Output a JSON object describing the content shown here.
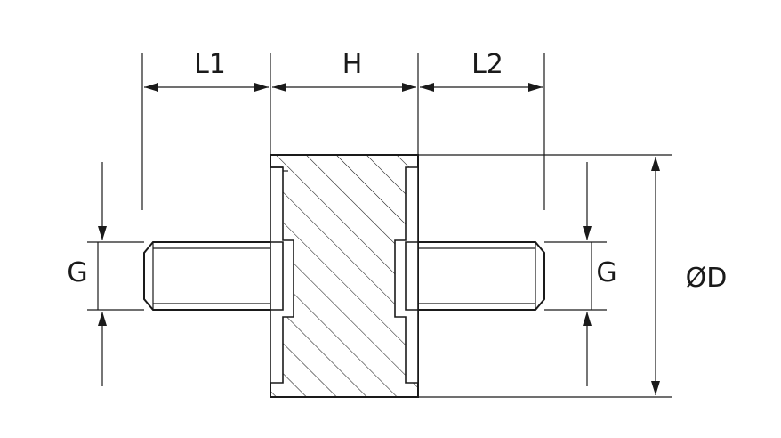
{
  "labels": {
    "l1": "L1",
    "h": "H",
    "l2": "L2",
    "g_left": "G",
    "g_right": "G",
    "diameter": "ØD"
  }
}
